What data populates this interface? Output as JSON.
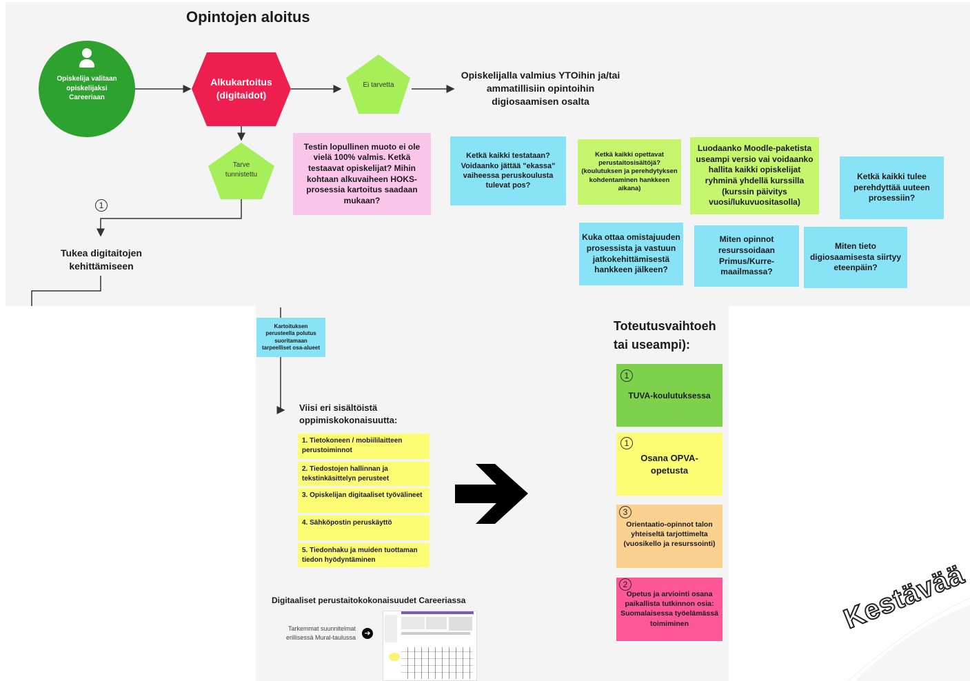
{
  "top": {
    "title": "Opintojen aloitus",
    "start_node": "Opiskelija valitaan opiskelijaksi Careeriaan",
    "alku_node": "Alkukartoitus (digitaidot)",
    "ei_tarvetta": "Ei tarvetta",
    "tarve": "Tarve tunnistettu",
    "outcome": "Opiskelijalla valmius YTOihin ja/tai ammatillisiin opintoihin digiosaamisen osalta",
    "step_num": "1",
    "tukea": "Tukea digitaitojen kehittämiseen",
    "notes": {
      "pink": "Testin lopullinen muoto ei ole vielä 100% valmis. Ketkä testaavat opiskelijat? Mihin kohtaan alkuvaiheen HOKS-prosessia kartoitus saadaan mukaan?",
      "cyan1": "Ketkä kaikki testataan? Voidaanko jättää \"ekassa\" vaiheessa peruskoulusta tulevat pos?",
      "lime1": "Ketkä kaikki opettavat perustaitosisältöjä? (koulutuksen ja perehdytyksen kohdentaminen hankkeen aikana)",
      "lime2": "Luodaanko Moodle-paketista useampi versio vai voidaanko hallita kaikki opiskelijat ryhminä yhdellä kurssilla (kurssin päivitys vuosi/lukuvuositasolla)",
      "cyan2": "Ketkä kaikki tulee perehdyttää uuteen prosessiin?",
      "cyan3": "Kuka ottaa omistajuuden prosessista ja vastuun jatkokehittämisestä hankkeen jälkeen?",
      "cyan4": "Miten opinnot resurssoidaan Primus/Kurre-maailmassa?",
      "cyan5": "Miten tieto digiosaamisesta siirtyy eteenpäin?"
    }
  },
  "bottom": {
    "kartoitus_note": "Kartoituksen perusteella polutus suoritamaan tarpeelliset osa-alueet",
    "viisi": "Viisi eri sisältöistä oppimiskokonaisuutta:",
    "items": [
      "1. Tietokoneen / mobiililaitteen perustoiminnot",
      "2. Tiedostojen hallinnan ja tekstinkäsittelyn perusteet",
      "3. Opiskelijan digitaaliset työvälineet",
      "4. Sähköpostin peruskäyttö",
      "5. Tiedonhaku ja muiden tuottaman tiedon hyödyntäminen"
    ],
    "digitaaliset": "Digitaaliset perustaitokokonaisuudet Careeriassa",
    "tarkemmat": "Tarkemmat suunnitelmat erillisessä Mural-taulussa",
    "toteutus_title": "Toteutusvaihtoeh tai useampi):",
    "options": [
      {
        "num": "1",
        "text": "TUVA-koulutuksessa"
      },
      {
        "num": "1",
        "text": "Osana OPVA-opetusta"
      },
      {
        "num": "3",
        "text": "Orientaatio-opinnot talon yhteiseltä tarjottimelta (vuosikello ja resurssointi)"
      },
      {
        "num": "2",
        "text": "Opetus ja arviointi osana paikallista tutkinnon osia: Suomalaisessa työelämässä toimiminen"
      }
    ]
  },
  "watermark": "Kestävää",
  "colors": {
    "green": "#2ea22e",
    "red": "#ee1e4e",
    "pentagon": "#a6ef58",
    "cyan": "#89e3f7",
    "pink": "#f9c6ea",
    "lime": "#c6f56e",
    "yellow": "#fdfd73",
    "magenta": "#fd5798"
  }
}
